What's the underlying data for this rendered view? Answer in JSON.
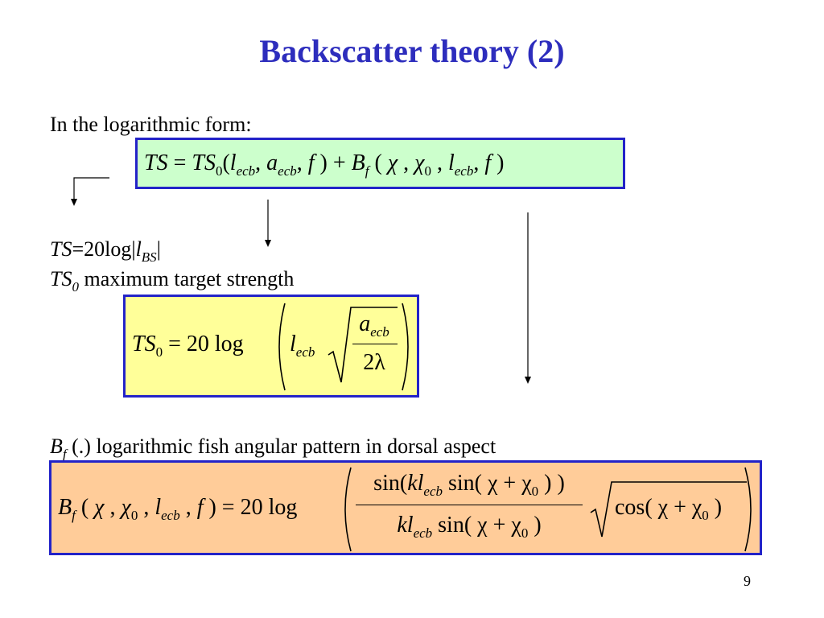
{
  "slide": {
    "title": "Backscatter theory (2)",
    "intro": "In the logarithmic form:",
    "ts_def_lhs": "TS",
    "ts_def_rhs": "=20log|",
    "ts_def_var": "l",
    "ts_def_sub": "BS",
    "ts_def_end": "|",
    "ts0_sym": "TS",
    "ts0_sub": "0",
    "ts0_desc": " maximum target strength",
    "bf_sym": "B",
    "bf_sub": "f",
    "bf_desc": " (.) logarithmic fish angular pattern in dorsal aspect",
    "page_number": "9"
  },
  "equations": {
    "eq1": {
      "p1": "TS",
      "p2": " = ",
      "p3": "TS",
      "p3_sub": "0",
      "p4": "(",
      "p5": "l",
      "p5_sub": "ecb",
      "p6": ", ",
      "p7": "a",
      "p7_sub": "ecb",
      "p8": ", ",
      "p9": "f",
      "p10": " ) + ",
      "p11": "B",
      "p11_sub": "f",
      "p12": " ( ",
      "p13": "χ",
      "p14": " , ",
      "p15": "χ",
      "p15_sub": "0",
      "p16": " , ",
      "p17": "l",
      "p17_sub": "ecb",
      "p18": ", ",
      "p19": "f",
      "p20": " )"
    },
    "eq2": {
      "lhs": "TS",
      "lhs_sub": "0",
      "eq": " = 20 log",
      "l": "l",
      "l_sub": "ecb",
      "num": "a",
      "num_sub": "ecb",
      "den": "2λ"
    },
    "eq3": {
      "lhs": "B",
      "lhs_sub": "f",
      "args_open": " ( ",
      "chi": "χ",
      "comma1": " , ",
      "chi0": "χ",
      "chi0_sub": "0",
      "comma2": " , ",
      "l": "l",
      "l_sub": "ecb",
      "comma3": " , ",
      "f": "f",
      "args_close": " ) = 20 log",
      "num_sin": "sin",
      "num_k": "kl",
      "num_k_sub": "ecb",
      "num_rest": " sin( χ + χ",
      "num_rest_sub": "0",
      "num_close": " ) )",
      "den_k": "kl",
      "den_k_sub": "ecb",
      "den_rest": " sin( χ + χ",
      "den_rest_sub": "0",
      "den_close": " )",
      "sqrt_text": "cos( χ + χ",
      "sqrt_sub": "0",
      "sqrt_close": " )"
    }
  },
  "colors": {
    "title": "#2d2dbd",
    "box_border": "#2323c8",
    "eq1_bg": "#ccffcc",
    "eq2_bg": "#ffff99",
    "eq3_bg": "#ffcc99"
  }
}
